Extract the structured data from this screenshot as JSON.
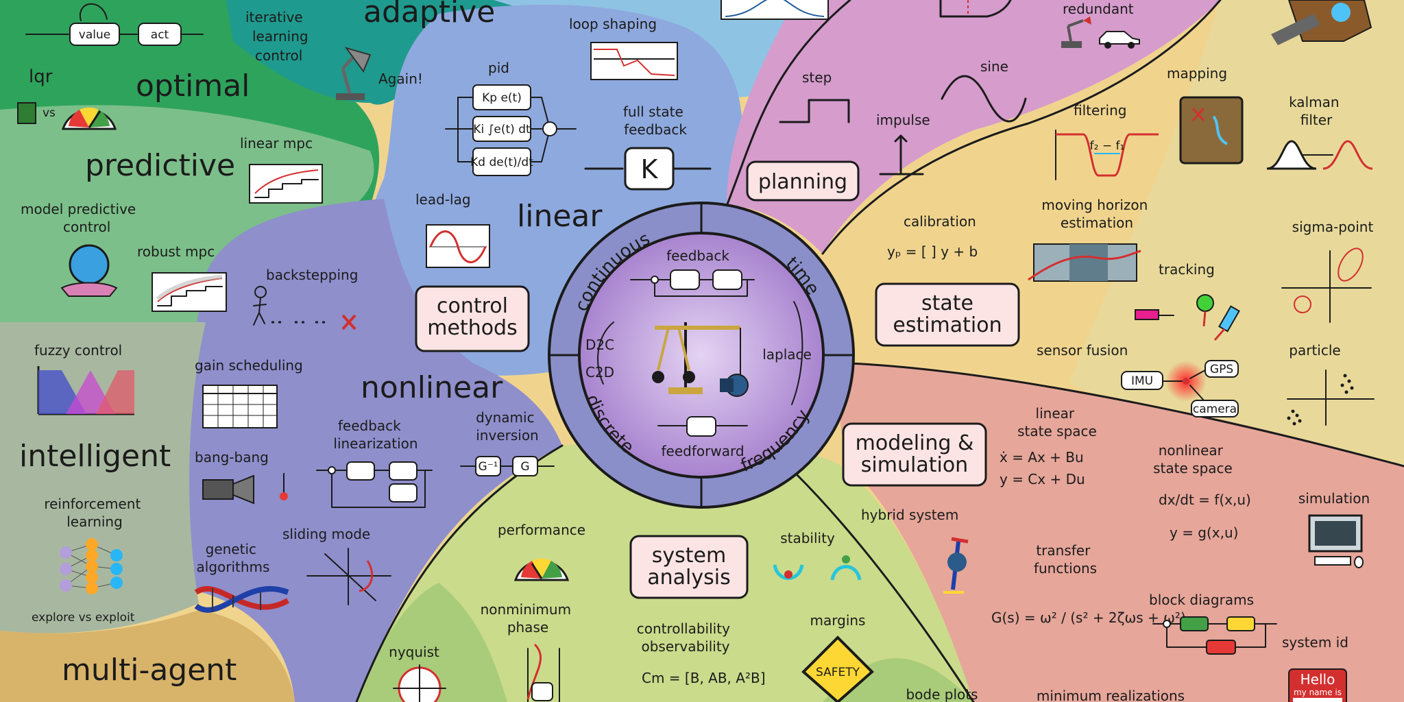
{
  "hub": {
    "ring_labels": [
      "continuous",
      "time",
      "discrete",
      "frequency"
    ],
    "center": [
      "feedback",
      "feedforward",
      "D2C",
      "C2D",
      "laplace"
    ]
  },
  "sections": {
    "control": [
      "control methods"
    ],
    "planning": [
      "planning"
    ],
    "estimation": [
      "state estimation"
    ],
    "modeling": [
      "modeling & simulation"
    ],
    "analysis": [
      "system analysis"
    ]
  },
  "categories": {
    "optimal": "optimal",
    "adaptive": "adaptive",
    "predictive": "predictive",
    "linear": "linear",
    "nonlinear": "nonlinear",
    "intelligent": "intelligent",
    "multi_agent": "multi-agent"
  },
  "labels": {
    "value": "value",
    "act": "act",
    "lqr": "lqr",
    "vs": "vs",
    "iterative_learning_control": [
      "iterative",
      "learning",
      "control"
    ],
    "again": "Again!",
    "linear_mpc": "linear mpc",
    "model_predictive_control": [
      "model predictive",
      "control"
    ],
    "robust_mpc": "robust mpc",
    "pid": "pid",
    "loop_shaping": "loop shaping",
    "full_state_feedback": [
      "full state",
      "feedback"
    ],
    "k": "K",
    "lead_lag": "lead-lag",
    "backstepping": "backstepping",
    "fuzzy_control": "fuzzy control",
    "gain_scheduling": "gain scheduling",
    "bang_bang": "bang-bang",
    "feedback_linearization": [
      "feedback",
      "linearization"
    ],
    "dynamic_inversion": [
      "dynamic",
      "inversion"
    ],
    "g_inverse": "G⁻¹",
    "g": "G",
    "reinforcement_learning": [
      "reinforcement",
      "learning"
    ],
    "explore_vs_exploit": "explore vs exploit",
    "genetic_algorithms": [
      "genetic",
      "algorithms"
    ],
    "sliding_mode": "sliding mode",
    "step": "step",
    "sine": "sine",
    "impulse": "impulse",
    "redundant": "redundant",
    "filtering": "filtering",
    "mapping": "mapping",
    "kalman_filter": [
      "kalman",
      "filter"
    ],
    "calibration": "calibration",
    "calibration_eq": "yₚ = [ ] y + b",
    "moving_horizon_estimation": [
      "moving horizon",
      "estimation"
    ],
    "sigma_point": "sigma-point",
    "tracking": "tracking",
    "sensor_fusion": "sensor fusion",
    "particle": "particle",
    "imu": "IMU",
    "gps": "GPS",
    "camera": "camera",
    "linear_state_space": [
      "linear",
      "state space"
    ],
    "lss_eq1": "ẋ = Ax + Bu",
    "lss_eq2": "y = Cx + Du",
    "nonlinear_state_space": [
      "nonlinear",
      "state space"
    ],
    "nlss_eq1": "dx/dt = f(x,u)",
    "nlss_eq2": "y = g(x,u)",
    "simulation": "simulation",
    "hybrid_system": "hybrid system",
    "transfer_functions": [
      "transfer",
      "functions"
    ],
    "tf_eq": "G(s) = ω² / (s² + 2ζωs + ω²)",
    "block_diagrams": "block diagrams",
    "system_id": "system id",
    "hello": "Hello",
    "my_name_is": "my name is",
    "performance": "performance",
    "stability": "stability",
    "nonminimum_phase": [
      "nonminimum",
      "phase"
    ],
    "controllability_observability": [
      "controllability",
      "observability"
    ],
    "cm_eq": "Cm = [B, AB, A²B]",
    "margins": "margins",
    "safety": "SAFETY",
    "nyquist": "nyquist",
    "bode_plots": "bode plots",
    "minimum_realizations": "minimum realizations",
    "pid_p": "Kp e(t)",
    "pid_i": "Ki ∫e(t) dt",
    "pid_d": "Kd de(t)/dt",
    "f2_f1": "f₂ − f₁"
  },
  "colors": {
    "optimal": "#2ea35c",
    "adaptive": "#1f9a8e",
    "predictive": "#7cbf8a",
    "linear": "#8ea9de",
    "nonlinear": "#8f8fcc",
    "intelligent": "#a8b8a0",
    "multi_agent": "#d8b36a",
    "planning": "#d59ccc",
    "estimation": "#f0d48e",
    "modeling": "#e6a69a",
    "analysis": "#cadb8b",
    "hub_ring": "#8a8fc9",
    "hub_center": "#b79ad6"
  }
}
